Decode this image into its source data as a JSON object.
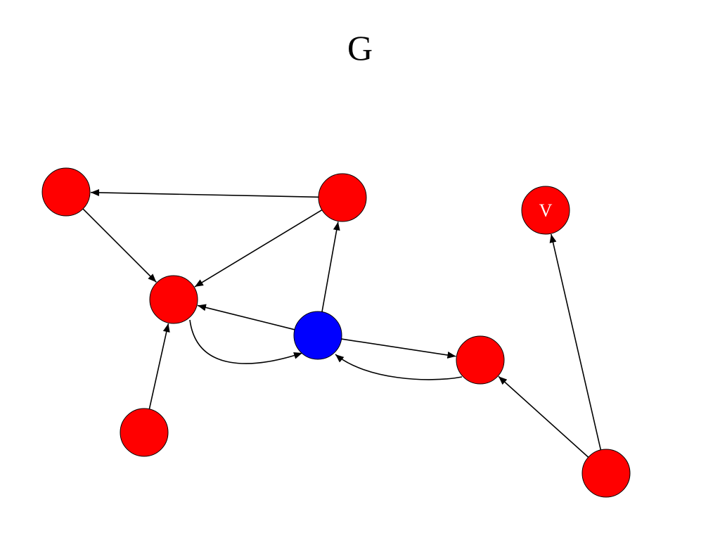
{
  "graph": {
    "title": "G",
    "colors": {
      "default_node": "#ff0000",
      "highlight_node": "#0000ff",
      "edge": "#000000",
      "node_stroke": "#000000",
      "label": "#ffffff"
    },
    "nodes": [
      {
        "id": "n1",
        "label": "",
        "color": "red"
      },
      {
        "id": "n2",
        "label": "",
        "color": "red"
      },
      {
        "id": "n3",
        "label": "V",
        "color": "red"
      },
      {
        "id": "n4",
        "label": "",
        "color": "red"
      },
      {
        "id": "n5",
        "label": "",
        "color": "blue"
      },
      {
        "id": "n6",
        "label": "",
        "color": "red"
      },
      {
        "id": "n7",
        "label": "",
        "color": "red"
      },
      {
        "id": "n8",
        "label": "",
        "color": "red"
      }
    ],
    "edges": [
      {
        "from": "n2",
        "to": "n1"
      },
      {
        "from": "n1",
        "to": "n4"
      },
      {
        "from": "n2",
        "to": "n4"
      },
      {
        "from": "n5",
        "to": "n2"
      },
      {
        "from": "n5",
        "to": "n4"
      },
      {
        "from": "n4",
        "to": "n5",
        "curved": true
      },
      {
        "from": "n7",
        "to": "n4"
      },
      {
        "from": "n5",
        "to": "n6"
      },
      {
        "from": "n6",
        "to": "n5",
        "curved": true
      },
      {
        "from": "n8",
        "to": "n6"
      },
      {
        "from": "n8",
        "to": "n3"
      }
    ]
  }
}
